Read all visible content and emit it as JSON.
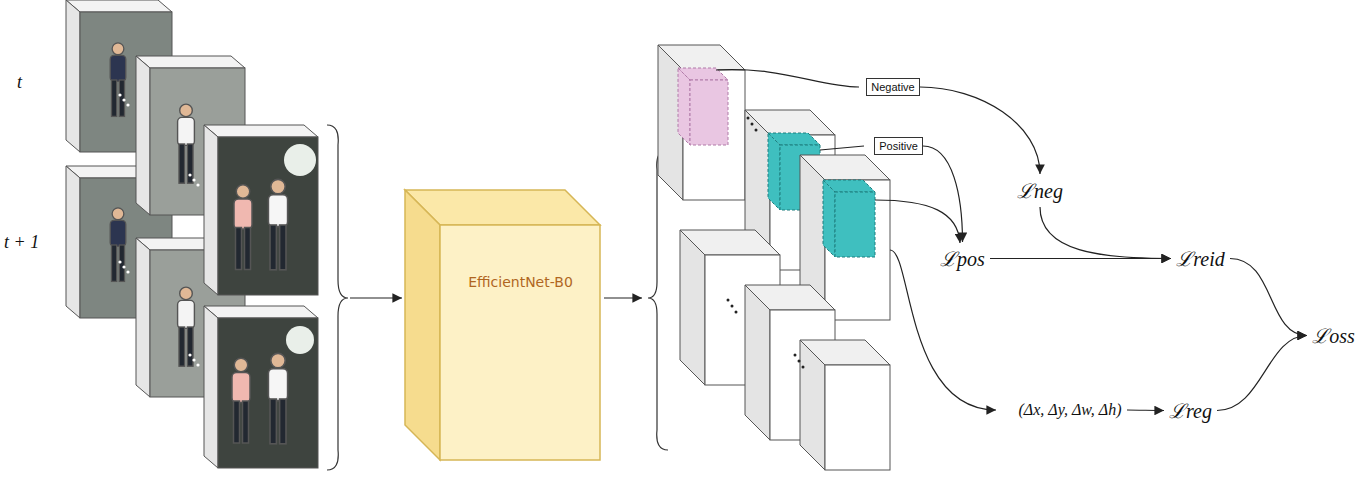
{
  "diagram": {
    "nodes": [
      {
        "text": [
          "EfficientNet-B0"
        ]
      },
      {
        "text": [
          "Negative"
        ]
      },
      {
        "text": [
          "Positive"
        ]
      },
      {
        "text": [
          "ℒneg"
        ]
      },
      {
        "text": [
          "ℒpos"
        ]
      },
      {
        "text": [
          "ℒreid"
        ]
      },
      {
        "text": [
          "(Δx, Δy, Δw, Δh)"
        ]
      },
      {
        "text": [
          "ℒreg"
        ]
      },
      {
        "text": [
          "ℒoss"
        ]
      }
    ],
    "edges": [
      {
        "from": 1,
        "to": 3,
        "arrow": "to"
      },
      {
        "from": 2,
        "to": 4,
        "arrow": "to"
      },
      {
        "from": 3,
        "to": 5,
        "arrow": "to"
      },
      {
        "from": 4,
        "to": 5,
        "arrow": "to"
      },
      {
        "from": 6,
        "to": 7,
        "arrow": "to"
      },
      {
        "from": 5,
        "to": 8,
        "arrow": "to"
      },
      {
        "from": 7,
        "to": 8,
        "arrow": "to"
      }
    ],
    "labels": [
      "t",
      "t + 1"
    ]
  }
}
